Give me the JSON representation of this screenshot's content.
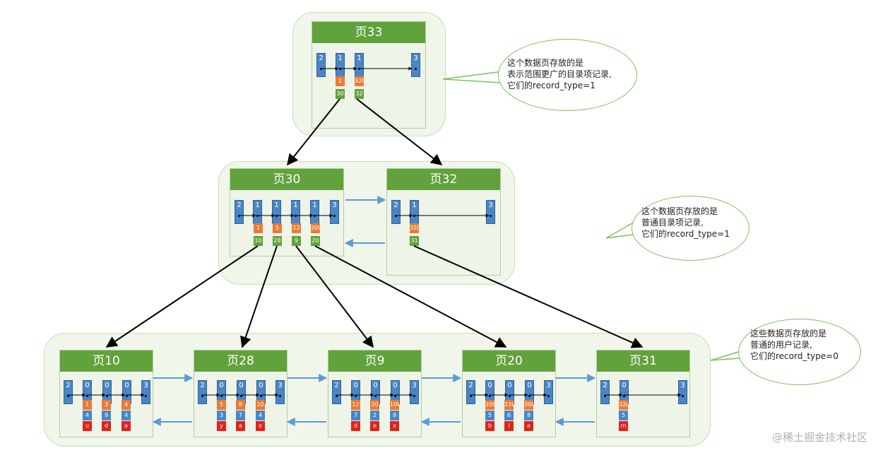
{
  "pages": {
    "p33": {
      "title": "页33"
    },
    "p30": {
      "title": "页30"
    },
    "p32": {
      "title": "页32"
    },
    "p10": {
      "title": "页10"
    },
    "p28": {
      "title": "页28"
    },
    "p9": {
      "title": "页9"
    },
    "p20": {
      "title": "页20"
    },
    "p31": {
      "title": "页31"
    }
  },
  "records": {
    "p33": [
      {
        "type": "2"
      },
      {
        "type": "1",
        "key": "1",
        "page": "30"
      },
      {
        "type": "1",
        "key": "320",
        "page": "32"
      },
      {
        "type": "3"
      }
    ],
    "p30": [
      {
        "type": "2"
      },
      {
        "type": "1",
        "key": "1",
        "page": "10"
      },
      {
        "type": "1",
        "key": "5",
        "page": "28"
      },
      {
        "type": "1",
        "key": "12",
        "page": "9"
      },
      {
        "type": "1",
        "key": "209",
        "page": "20"
      },
      {
        "type": "3"
      }
    ],
    "p32": [
      {
        "type": "2"
      },
      {
        "type": "1",
        "key": "320",
        "page": "31"
      },
      {
        "type": "3"
      }
    ],
    "p10": [
      {
        "type": "2"
      },
      {
        "type": "0",
        "c1": "1",
        "c2": "4",
        "c3": "u"
      },
      {
        "type": "0",
        "c1": "3",
        "c2": "9",
        "c3": "d"
      },
      {
        "type": "0",
        "c1": "4",
        "c2": "4",
        "c3": "a"
      },
      {
        "type": "3"
      }
    ],
    "p28": [
      {
        "type": "2"
      },
      {
        "type": "0",
        "c1": "5",
        "c2": "3",
        "c3": "y"
      },
      {
        "type": "0",
        "c1": "8",
        "c2": "7",
        "c3": "a"
      },
      {
        "type": "0",
        "c1": "10",
        "c2": "4",
        "c3": "o"
      },
      {
        "type": "3"
      }
    ],
    "p9": [
      {
        "type": "2"
      },
      {
        "type": "0",
        "c1": "12",
        "c2": "7",
        "c3": "d"
      },
      {
        "type": "0",
        "c1": "20",
        "c2": "2",
        "c3": "e"
      },
      {
        "type": "0",
        "c1": "100",
        "c2": "9",
        "c3": "x"
      },
      {
        "type": "3"
      }
    ],
    "p20": [
      {
        "type": "2"
      },
      {
        "type": "0",
        "c1": "209",
        "c2": "5",
        "c3": "b"
      },
      {
        "type": "0",
        "c1": "220",
        "c2": "6",
        "c3": "i"
      },
      {
        "type": "0",
        "c1": "300",
        "c2": "8",
        "c3": "a"
      },
      {
        "type": "3"
      }
    ],
    "p31": [
      {
        "type": "2"
      },
      {
        "type": "0",
        "c1": "320",
        "c2": "5",
        "c3": "m"
      },
      {
        "type": "3"
      }
    ]
  },
  "notes": {
    "top": {
      "line1": "这个数据页存放的是",
      "line2": "表示范围更广的目录项记录,",
      "line3": "它们的record_type=1"
    },
    "mid": {
      "line1": "这个数据页存放的是",
      "line2": "普通目录项记录,",
      "line3": "它们的record_type=1"
    },
    "leaf": {
      "line1": "这些数据页存放的是",
      "line2": "普通的用户记录,",
      "line3": "它们的record_type=0"
    }
  },
  "watermark": "@稀土掘金技术社区",
  "colors": {
    "page_header": "#62a23c",
    "slot": "#4a86c5",
    "key_cell": "#ec7a33",
    "page_cell": "#62a23c",
    "user_cell": "#e3211c",
    "link_arrow": "#5b9bd5"
  }
}
